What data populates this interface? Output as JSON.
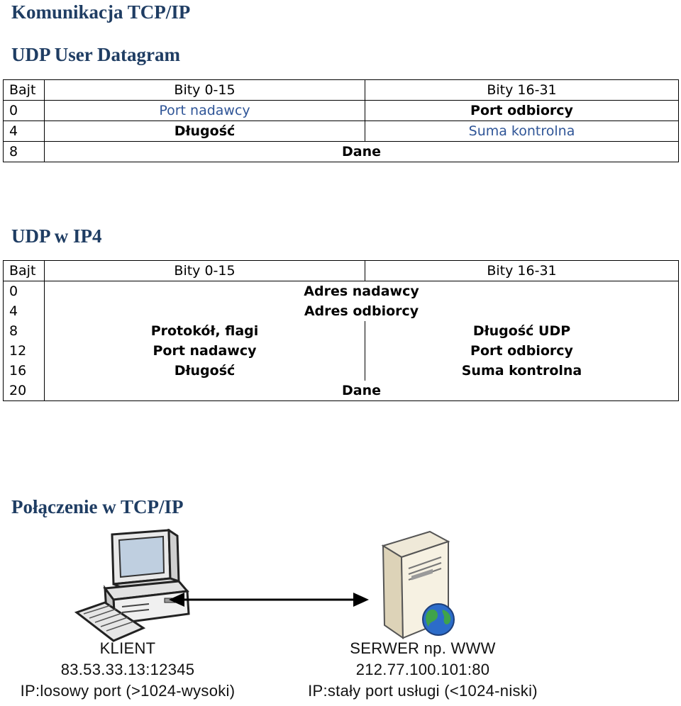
{
  "headings": {
    "main": "Komunikacja TCP/IP",
    "udp_datagram": "UDP User Datagram",
    "udp_ip4": "UDP w IP4",
    "connection": "Połączenie w  TCP/IP"
  },
  "udp_datagram_table": {
    "header": [
      "Bajt",
      "Bity 0-15",
      "Bity 16-31"
    ],
    "rows": [
      {
        "byte": "0",
        "a": "Port nadawcy",
        "b": "Port odbiorcy"
      },
      {
        "byte": "4",
        "a": "Długość",
        "b": "Suma kontrolna"
      },
      {
        "byte": "8",
        "span": "Dane"
      }
    ]
  },
  "udp_ip4_table": {
    "header": [
      "Bajt",
      "Bity 0-15",
      "Bity 16-31"
    ],
    "rows": [
      {
        "byte": "0",
        "span": "Adres nadawcy"
      },
      {
        "byte": "4",
        "span": "Adres odbiorcy"
      },
      {
        "byte": "8",
        "a": "Protokół, flagi",
        "b": "Długość UDP"
      },
      {
        "byte": "12",
        "a": "Port nadawcy",
        "b": "Port odbiorcy"
      },
      {
        "byte": "16",
        "a": "Długość",
        "b": "Suma kontrolna"
      },
      {
        "byte": "20",
        "span": "Dane"
      }
    ]
  },
  "connection_diagram": {
    "client": {
      "title": "KLIENT",
      "address": "83.53.33.13:12345",
      "note": "IP:losowy port (>1024-wysoki)",
      "icon": "desktop-computer-icon"
    },
    "server": {
      "title": "SERWER np. WWW",
      "address": "212.77.100.101:80",
      "note": "IP:stały port usługi (<1024-niski)",
      "icon": "web-server-icon"
    }
  }
}
